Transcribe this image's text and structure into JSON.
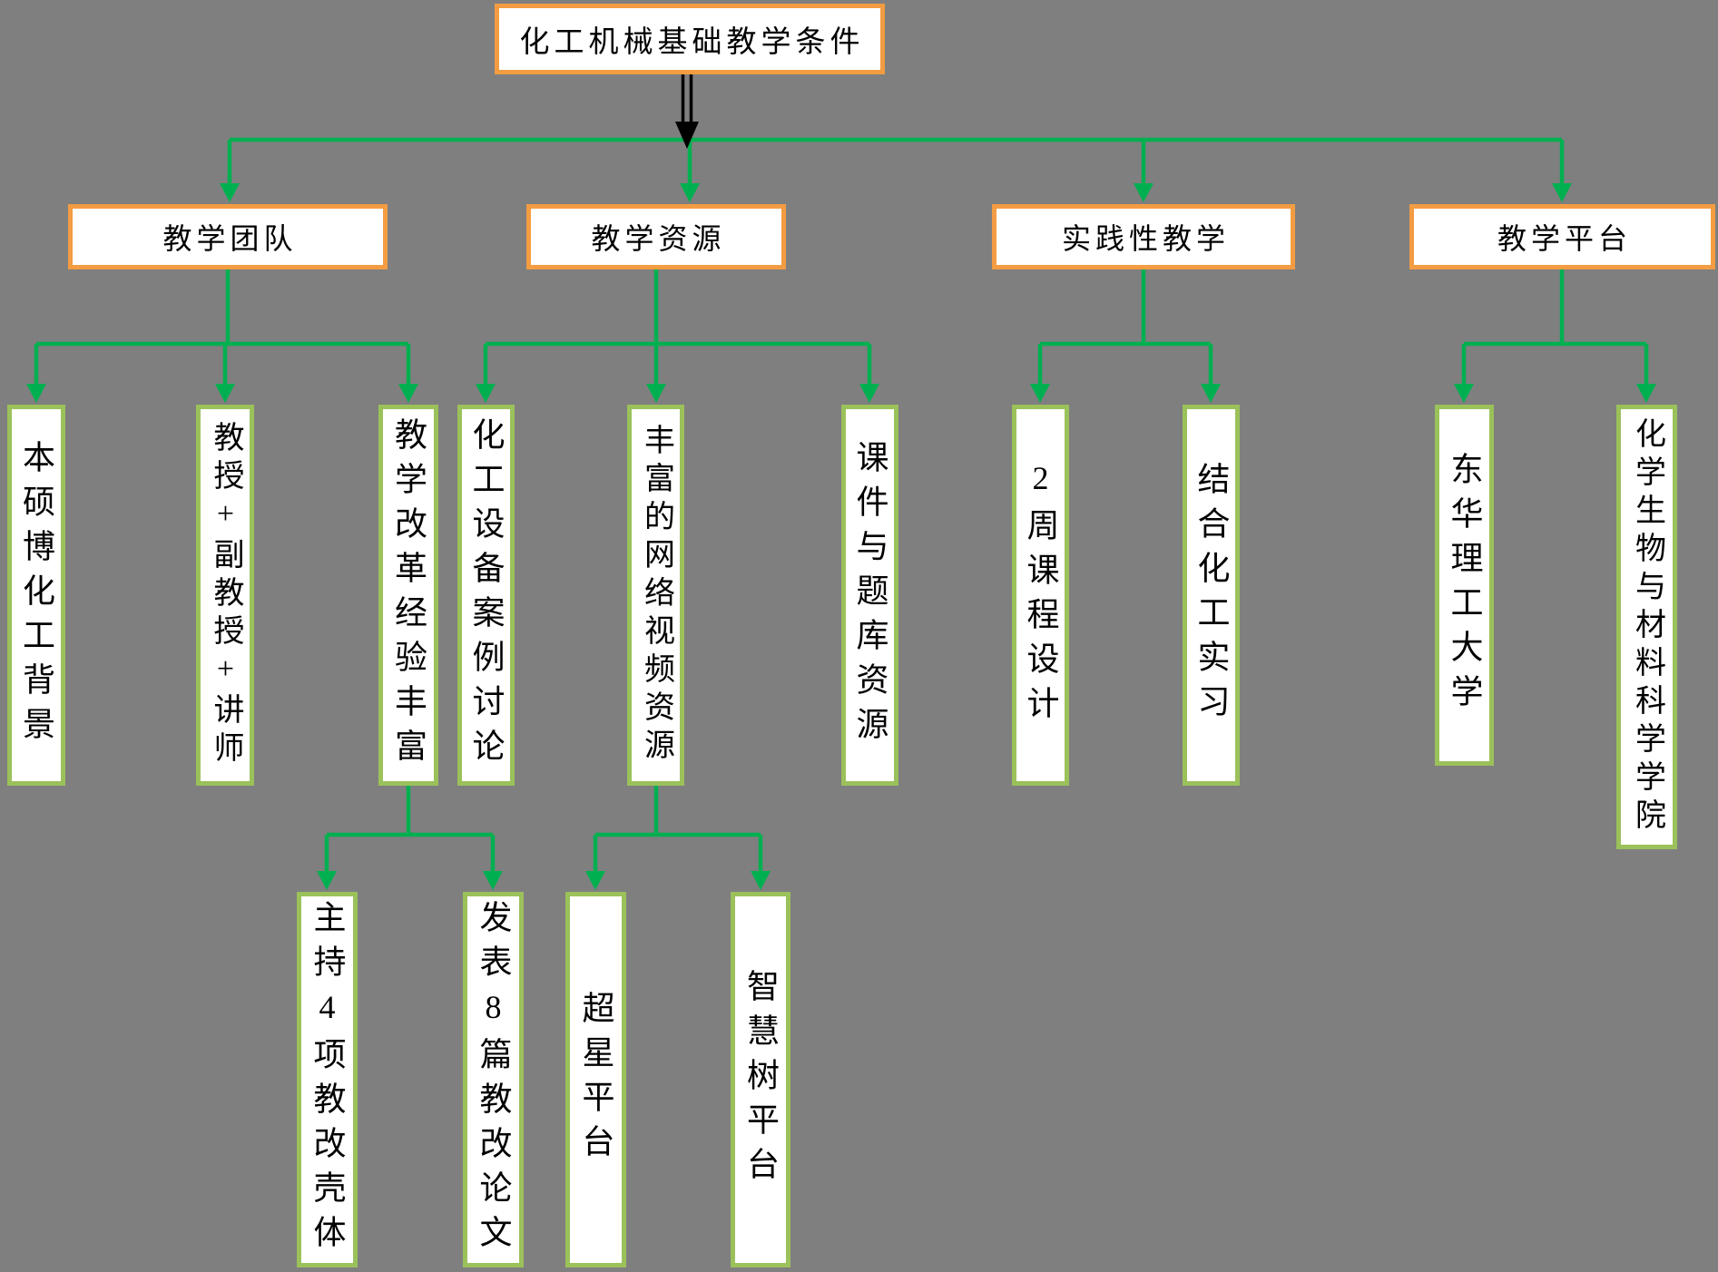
{
  "colors": {
    "background": "#7f7f7f",
    "connector_green": "#00b050",
    "level_border_orange": "#f39c42",
    "leaf_border_olive": "#9bc15a",
    "box_background": "#ffffff",
    "text": "#000000",
    "root_arrow_black": "#000000"
  },
  "tree": {
    "root": {
      "label": "化工机械基础教学条件"
    },
    "branches": [
      {
        "label": "教学团队",
        "children": [
          {
            "label": "本硕博化工背景"
          },
          {
            "label": "教授+副教授+讲师"
          },
          {
            "label": "教学改革经验丰富",
            "children": [
              {
                "label": "主持4项教改壳体"
              },
              {
                "label": "发表8篇教改论文"
              }
            ]
          }
        ]
      },
      {
        "label": "教学资源",
        "children": [
          {
            "label": "化工设备案例讨论"
          },
          {
            "label": "丰富的网络视频资源",
            "children": [
              {
                "label": "超星平台"
              },
              {
                "label": "智慧树平台"
              }
            ]
          },
          {
            "label": "课件与题库资源"
          }
        ]
      },
      {
        "label": "实践性教学",
        "children": [
          {
            "label": "2周课程设计"
          },
          {
            "label": "结合化工实习"
          }
        ]
      },
      {
        "label": "教学平台",
        "children": [
          {
            "label": "东华理工大学"
          },
          {
            "label": "化学生物与材料科学学院"
          }
        ]
      }
    ]
  }
}
